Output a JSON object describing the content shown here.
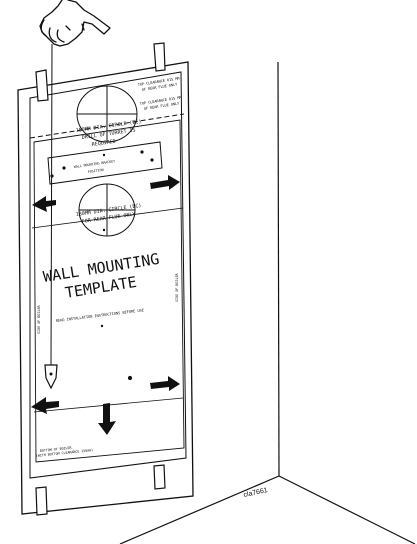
{
  "figure": {
    "ref_code": "cla7661"
  },
  "template": {
    "heading_line1": "WALL MOUNTING",
    "heading_line2": "TEMPLATE",
    "instruction": "READ INSTALLATION INSTRUCTIONS BEFORE USE",
    "top_clearance_line1": "TOP CLEARANCE 015 MM",
    "top_clearance_line2": "OF REAR FLUE ONLY",
    "upper_circle_line1": "180MM DIA. CIRCLE (BC)",
    "upper_circle_line2": "DRILL OF TURRET IS",
    "upper_circle_line3": "REQUIRED",
    "lower_circle_line1": "180MM DIA. CIRCLE (BC)",
    "lower_circle_line2": "FOR REAR FLUE ONLY",
    "bracket_label_line1": "WALL MOUNTING BRACKET",
    "bracket_label_line2": "POSITION",
    "left_side_label": "SIDE OF BOILER",
    "right_side_label": "SIDE OF BOILER",
    "bottom_label_line1": "BOTTOM OF BOILER",
    "bottom_label_line2": "(WITH BOTTOM CLEARANCE 150mm)"
  },
  "colors": {
    "ink": "#111111",
    "paper": "#ffffff"
  },
  "icons": {
    "hand": "hand-icon",
    "plumb_bob": "plumb-bob-icon",
    "arrow": "arrow-icon"
  }
}
